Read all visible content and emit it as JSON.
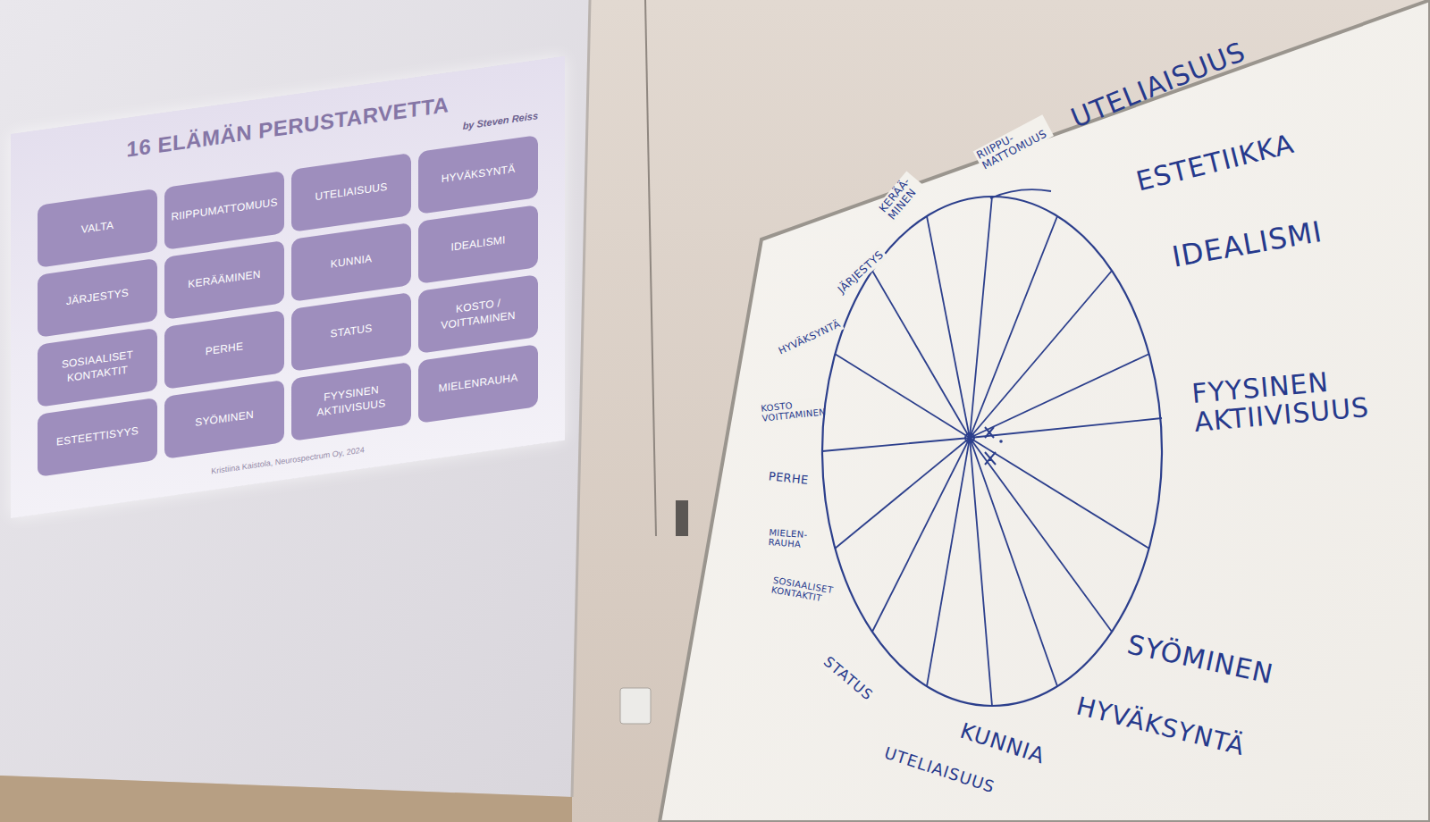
{
  "diagram": {
    "title": "16 ELÄMÄN PERUSTARVETTA",
    "nodes": [
      {
        "text": [
          "VALTA"
        ]
      },
      {
        "text": [
          "RIIPPUMATTOMUUS"
        ]
      },
      {
        "text": [
          "UTELIAISUUS"
        ]
      },
      {
        "text": [
          "HYVÄKSYNTÄ"
        ]
      },
      {
        "text": [
          "JÄRJESTYS"
        ]
      },
      {
        "text": [
          "KERÄÄMINEN"
        ]
      },
      {
        "text": [
          "KUNNIA"
        ]
      },
      {
        "text": [
          "IDEALISMI"
        ]
      },
      {
        "text": [
          "SOSIAALISET KONTAKTIT"
        ]
      },
      {
        "text": [
          "PERHE"
        ]
      },
      {
        "text": [
          "STATUS"
        ]
      },
      {
        "text": [
          "KOSTO / VOITTAMINEN"
        ]
      },
      {
        "text": [
          "ESTEETTISYYS"
        ]
      },
      {
        "text": [
          "SYÖMINEN"
        ]
      },
      {
        "text": [
          "FYYSINEN AKTIIVISUUS"
        ]
      },
      {
        "text": [
          "MIELENRAUHA"
        ]
      }
    ],
    "labels": [
      "by Steven Reiss",
      "Kristiina Kaistola, Neurospectrum Oy, 2024",
      "RIIPPU- MATTOMUUS",
      "UTELIAISUUS",
      "ESTETIIKKA",
      "IDEALISMI",
      "FYYSINEN AKTIIVISUUS",
      "SYÖMINEN",
      "HYVÄKSYNTÄ",
      "KUNNIA",
      "UTELIAISUUS",
      "STATUS",
      "SOSIAALISET KONTAKTIT",
      "MIELEN- RAUHA",
      "PERHE",
      "KOSTO VOITTAMINEN",
      "HYVÄKSYNTÄ",
      "JÄRJESTYS",
      "KERÄÄ- MINEN"
    ]
  }
}
